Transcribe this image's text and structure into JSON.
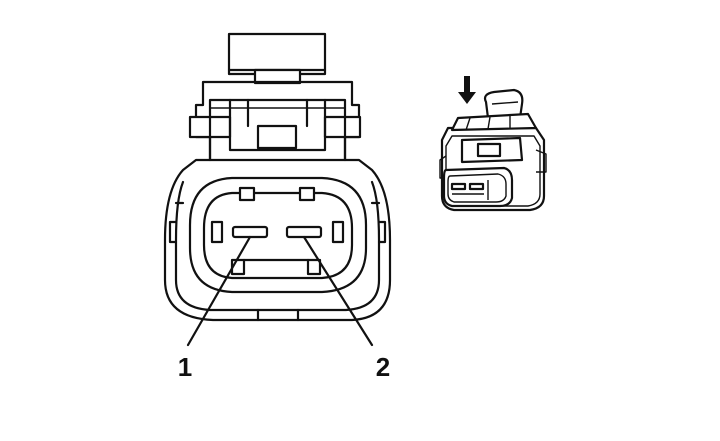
{
  "diagram": {
    "pin_labels": [
      {
        "id": "pin-1",
        "text": "1"
      },
      {
        "id": "pin-2",
        "text": "2"
      }
    ],
    "thumbnail_icon": "down-arrow-icon",
    "colors": {
      "line": "#111111",
      "background": "#ffffff"
    }
  }
}
